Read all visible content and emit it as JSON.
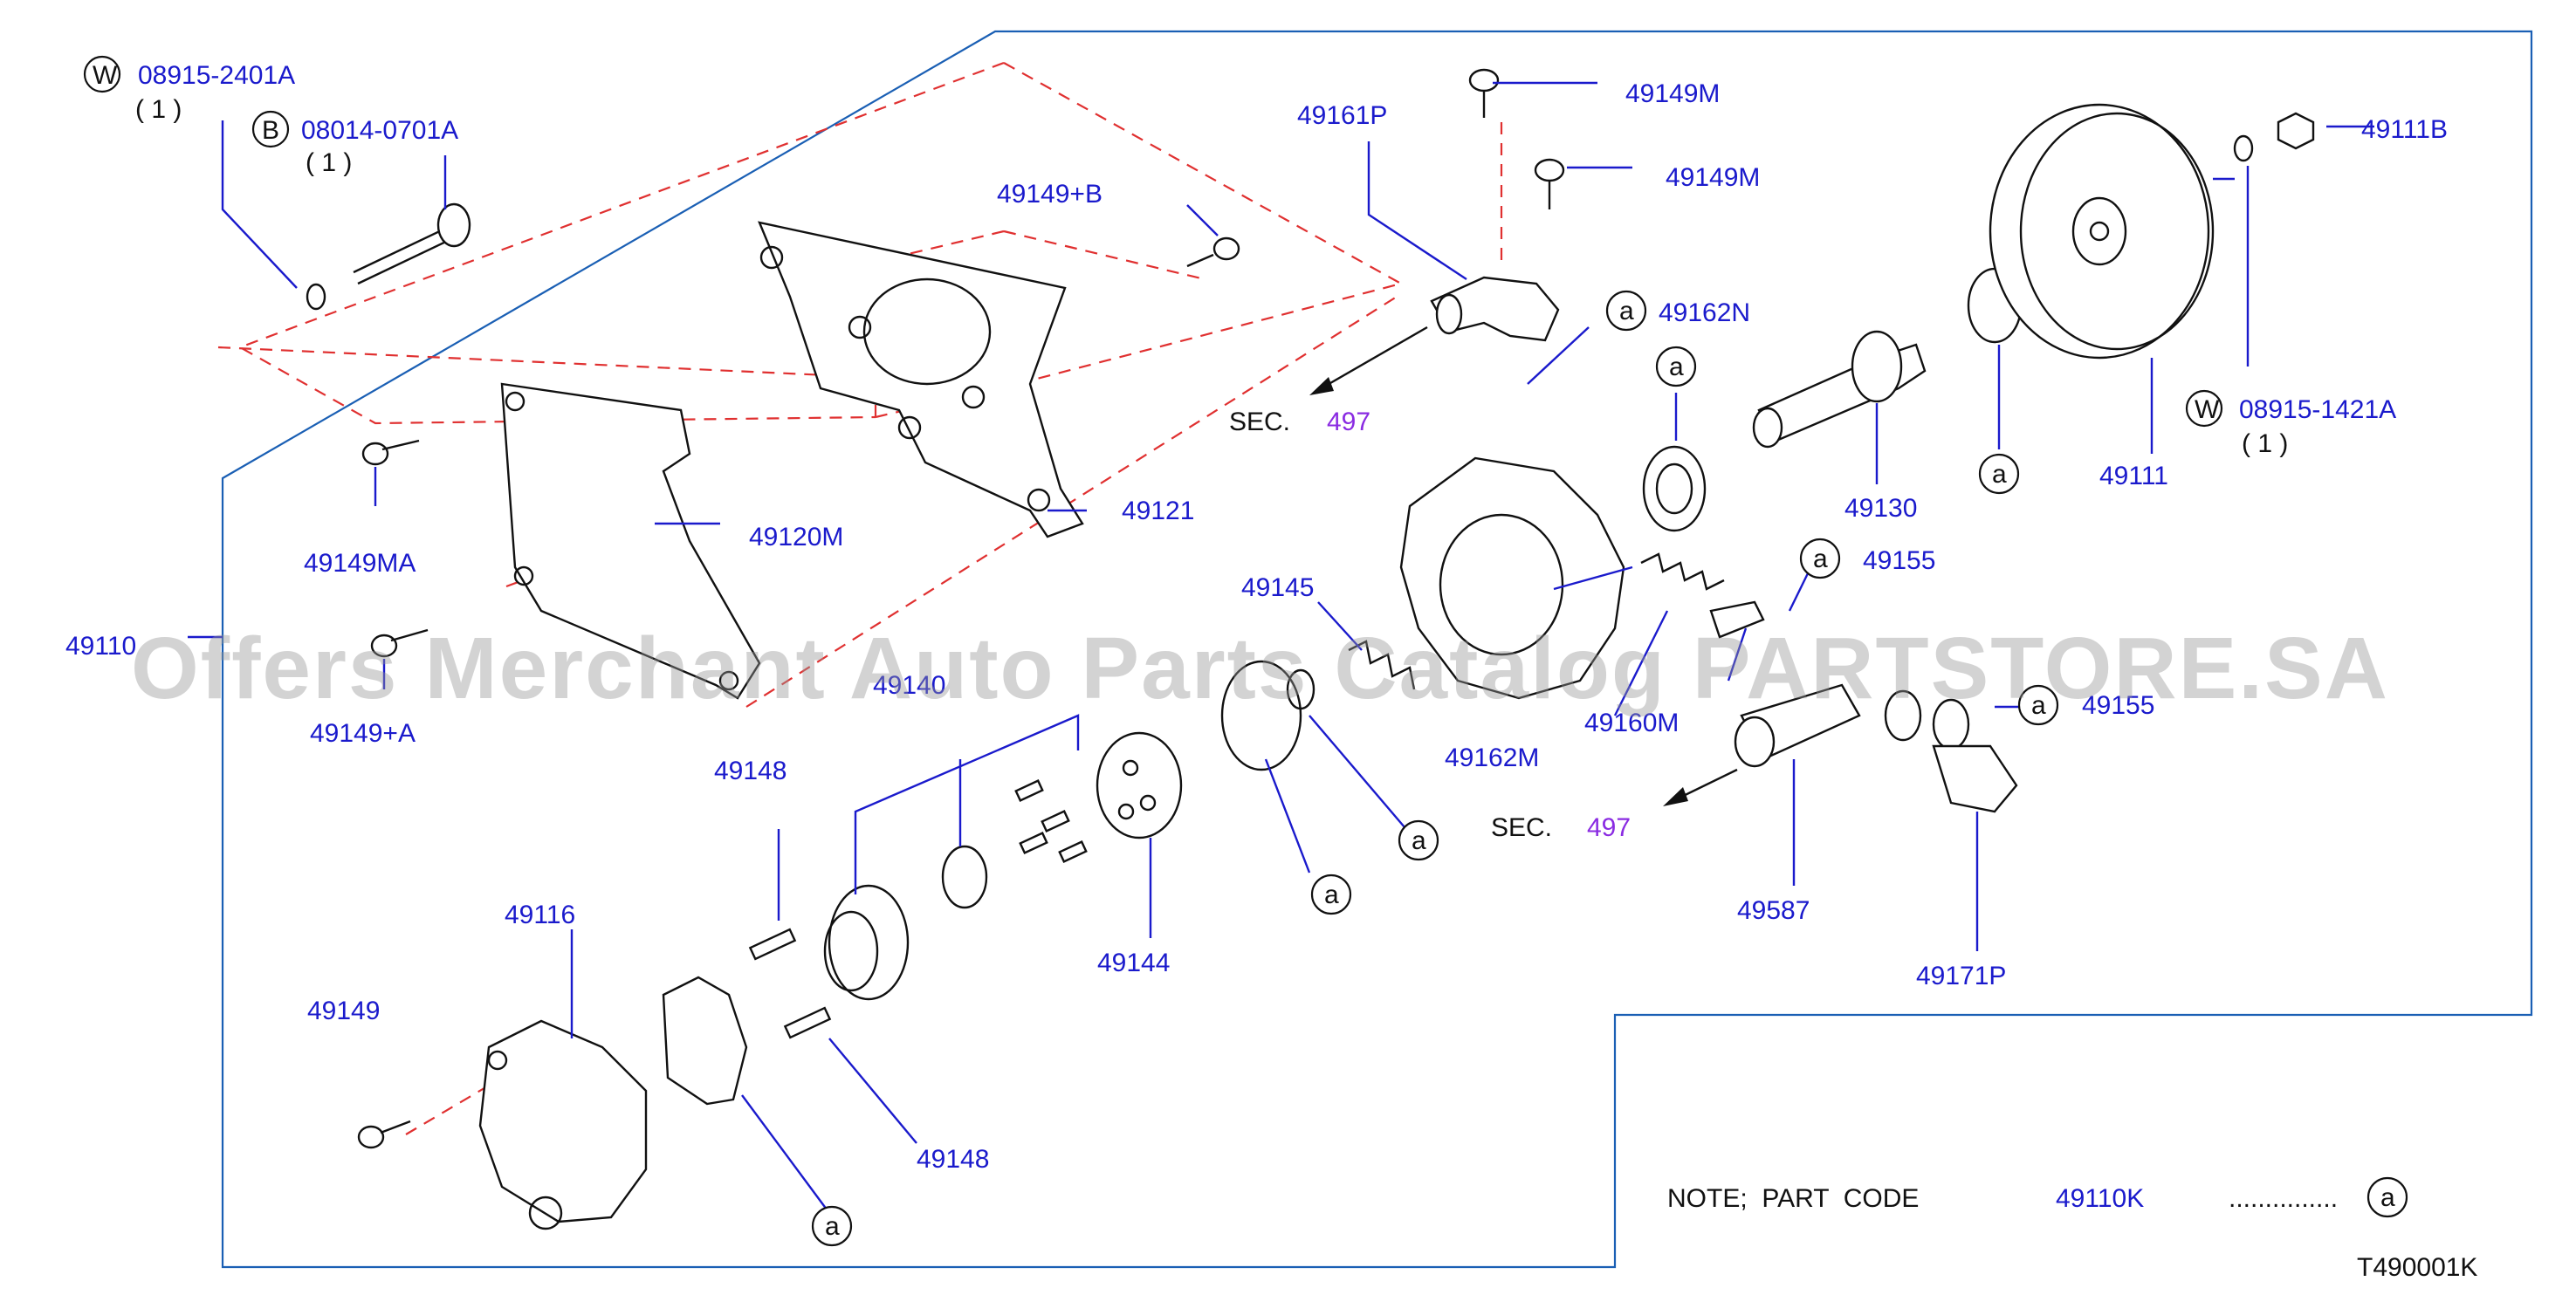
{
  "labels": {
    "p08915_2401a": "08915-2401A",
    "q1a": "( 1 )",
    "p08014_0701a": "08014-0701A",
    "q1b": "( 1 )",
    "p49161p": "49161P",
    "p49149m_1": "49149M",
    "p49149m_2": "49149M",
    "p49111b": "49111B",
    "p49149b": "49149+B",
    "p49162n": "49162N",
    "p08915_1421a": "08915-1421A",
    "q1c": "( 1 )",
    "p49130": "49130",
    "p49111": "49111",
    "p49121": "49121",
    "p49120m": "49120M",
    "p49149ma": "49149MA",
    "p49110": "49110",
    "p49149a": "49149+A",
    "p49145": "49145",
    "p49155_1": "49155",
    "p49155_2": "49155",
    "p49160m": "49160M",
    "p49162m": "49162M",
    "p49140": "49140",
    "p49148_1": "49148",
    "p49148_2": "49148",
    "p49144": "49144",
    "p49587": "49587",
    "p49171p": "49171P",
    "p49116": "49116",
    "p49149": "49149",
    "sec1": "SEC.",
    "sec1_num": "497",
    "sec2": "SEC.",
    "sec2_num": "497",
    "note": "NOTE;  PART  CODE",
    "note_code": "49110K",
    "note_dots": "...............",
    "diagram_id": "T490001K",
    "w": "W",
    "b": "B",
    "a": "a"
  },
  "watermark": "Offers Merchant Auto Parts Catalog PARTSTORE.SA",
  "colors": {
    "part_number": "#1a1acc",
    "section_number": "#8a2be2",
    "box": "#1a5fb4",
    "dashed": "#e03030"
  }
}
